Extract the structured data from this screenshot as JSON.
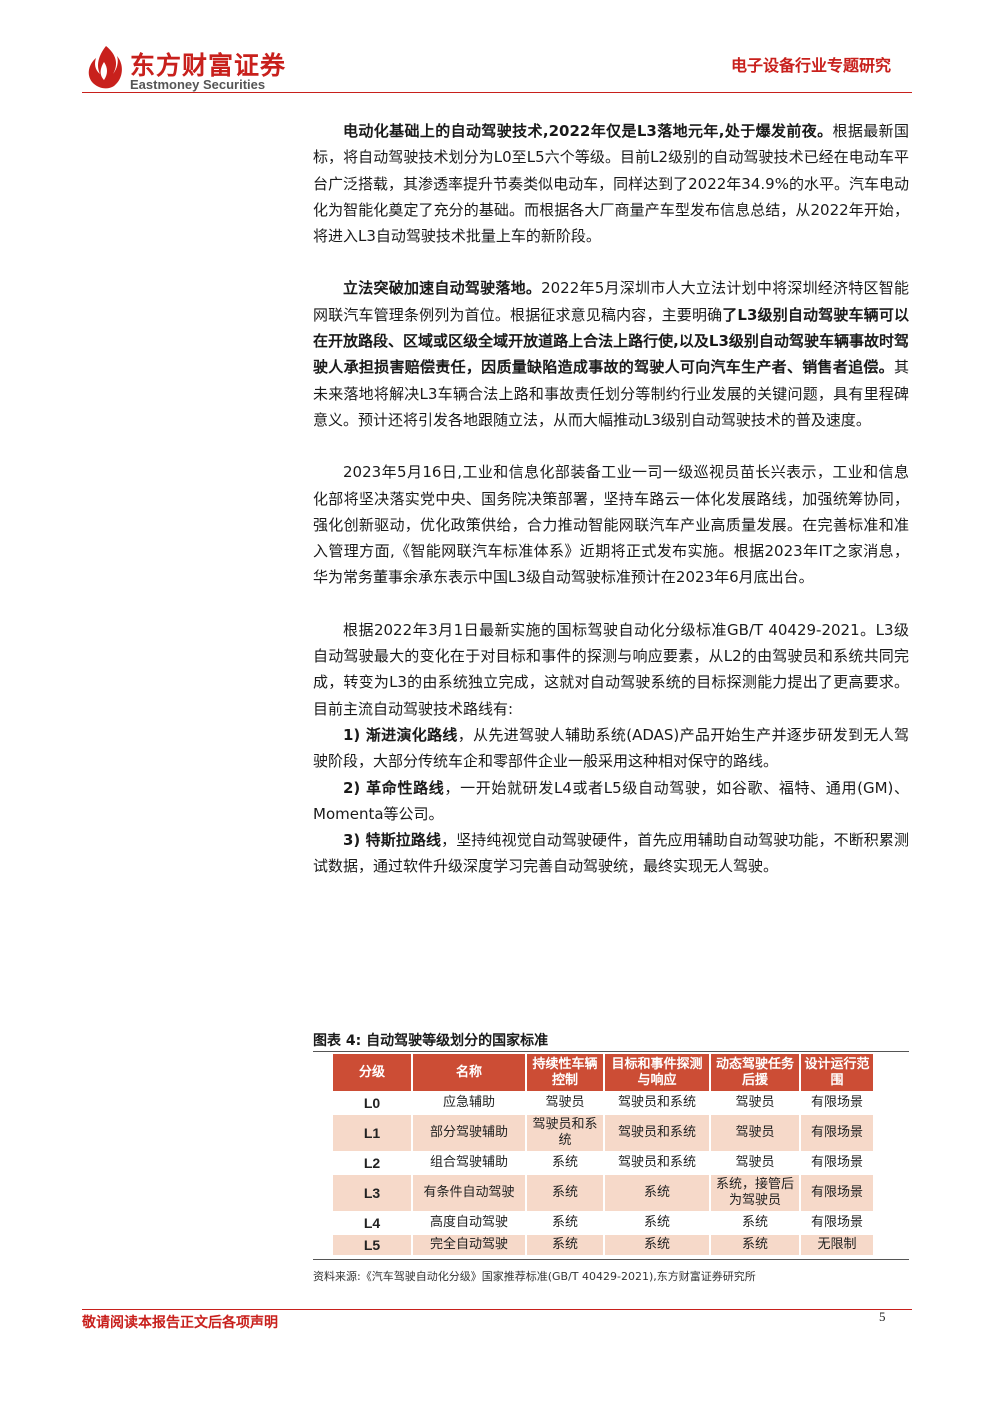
{
  "header": {
    "logo_cn": "东方财富证券",
    "logo_en": "Eastmoney Securities",
    "report_type": "电子设备行业专题研究",
    "brand_color": "#c8201c"
  },
  "body": {
    "p1_bold": "电动化基础上的自动驾驶技术,2022年仅是L3落地元年,处于爆发前夜。",
    "p1_text": "根据最新国标，将自动驾驶技术划分为L0至L5六个等级。目前L2级别的自动驾驶技术已经在电动车平台广泛搭载，其渗透率提升节奏类似电动车，同样达到了2022年34.9%的水平。汽车电动化为智能化奠定了充分的基础。而根据各大厂商量产车型发布信息总结，从2022年开始，将进入L3自动驾驶技术批量上车的新阶段。",
    "p2_bold": "立法突破加速自动驾驶落地。",
    "p2_text1": "2022年5月深圳市人大立法计划中将深圳经济特区智能网联汽车管理条例列为首位。根据征求意见稿内容，主要明确",
    "p2_bold2": "了L3级别自动驾驶车辆可以在开放路段、区域或区级全域开放道路上合法上路行使,以及L3级别自动驾驶车辆事故时驾驶人承担损害赔偿责任，因质量缺陷造成事故的驾驶人可向汽车生产者、销售者追偿。",
    "p2_text2": "其未来落地将解决L3车辆合法上路和事故责任划分等制约行业发展的关键问题，具有里程碑意义。预计还将引发各地跟随立法，从而大幅推动L3级别自动驾驶技术的普及速度。",
    "p3": "2023年5月16日,工业和信息化部装备工业一司一级巡视员苗长兴表示，工业和信息化部将坚决落实党中央、国务院决策部署，坚持车路云一体化发展路线，加强统筹协同，强化创新驱动，优化政策供给，合力推动智能网联汽车产业高质量发展。在完善标准和准入管理方面,《智能网联汽车标准体系》近期将正式发布实施。根据2023年IT之家消息，华为常务董事余承东表示中国L3级自动驾驶标准预计在2023年6月底出台。",
    "p4": "根据2022年3月1日最新实施的国标驾驶自动化分级标准GB/T 40429-2021。L3级自动驾驶最大的变化在于对目标和事件的探测与响应要素，从L2的由驾驶员和系统共同完成，转变为L3的由系统独立完成，这就对自动驾驶系统的目标探测能力提出了更高要求。目前主流自动驾驶技术路线有:",
    "item1_bold": "1) 渐进演化路线",
    "item1_text": "，从先进驾驶人辅助系统(ADAS)产品开始生产并逐步研发到无人驾驶阶段，大部分传统车企和零部件企业一般采用这种相对保守的路线。",
    "item2_bold": "2) 革命性路线",
    "item2_text": "，一开始就研发L4或者L5级自动驾驶，如谷歌、福特、通用(GM)、Momenta等公司。",
    "item3_bold": "3) 特斯拉路线",
    "item3_text": "，坚持纯视觉自动驾驶硬件，首先应用辅助自动驾驶功能，不断积累测试数据，通过软件升级深度学习完善自动驾驶统，最终实现无人驾驶。"
  },
  "figure": {
    "title": "图表 4: 自动驾驶等级划分的国家标准",
    "header_color": "#cc4d35",
    "shade_color": "#f6d9c9",
    "columns": [
      "分级",
      "名称",
      "持续性车辆控制",
      "目标和事件探测与响应",
      "动态驾驶任务后援",
      "设计运行范围"
    ],
    "rows": [
      [
        "L0",
        "应急辅助",
        "驾驶员",
        "驾驶员和系统",
        "驾驶员",
        "有限场景"
      ],
      [
        "L1",
        "部分驾驶辅助",
        "驾驶员和系统",
        "驾驶员和系统",
        "驾驶员",
        "有限场景"
      ],
      [
        "L2",
        "组合驾驶辅助",
        "系统",
        "驾驶员和系统",
        "驾驶员",
        "有限场景"
      ],
      [
        "L3",
        "有条件自动驾驶",
        "系统",
        "系统",
        "系统，接管后为驾驶员",
        "有限场景"
      ],
      [
        "L4",
        "高度自动驾驶",
        "系统",
        "系统",
        "系统",
        "有限场景"
      ],
      [
        "L5",
        "完全自动驾驶",
        "系统",
        "系统",
        "系统",
        "无限制"
      ]
    ],
    "source": "资料来源:《汽车驾驶自动化分级》国家推荐标准(GB/T 40429-2021),东方财富证券研究所"
  },
  "footer": {
    "disclaimer": "敬请阅读本报告正文后各项声明",
    "page_number": "5"
  }
}
